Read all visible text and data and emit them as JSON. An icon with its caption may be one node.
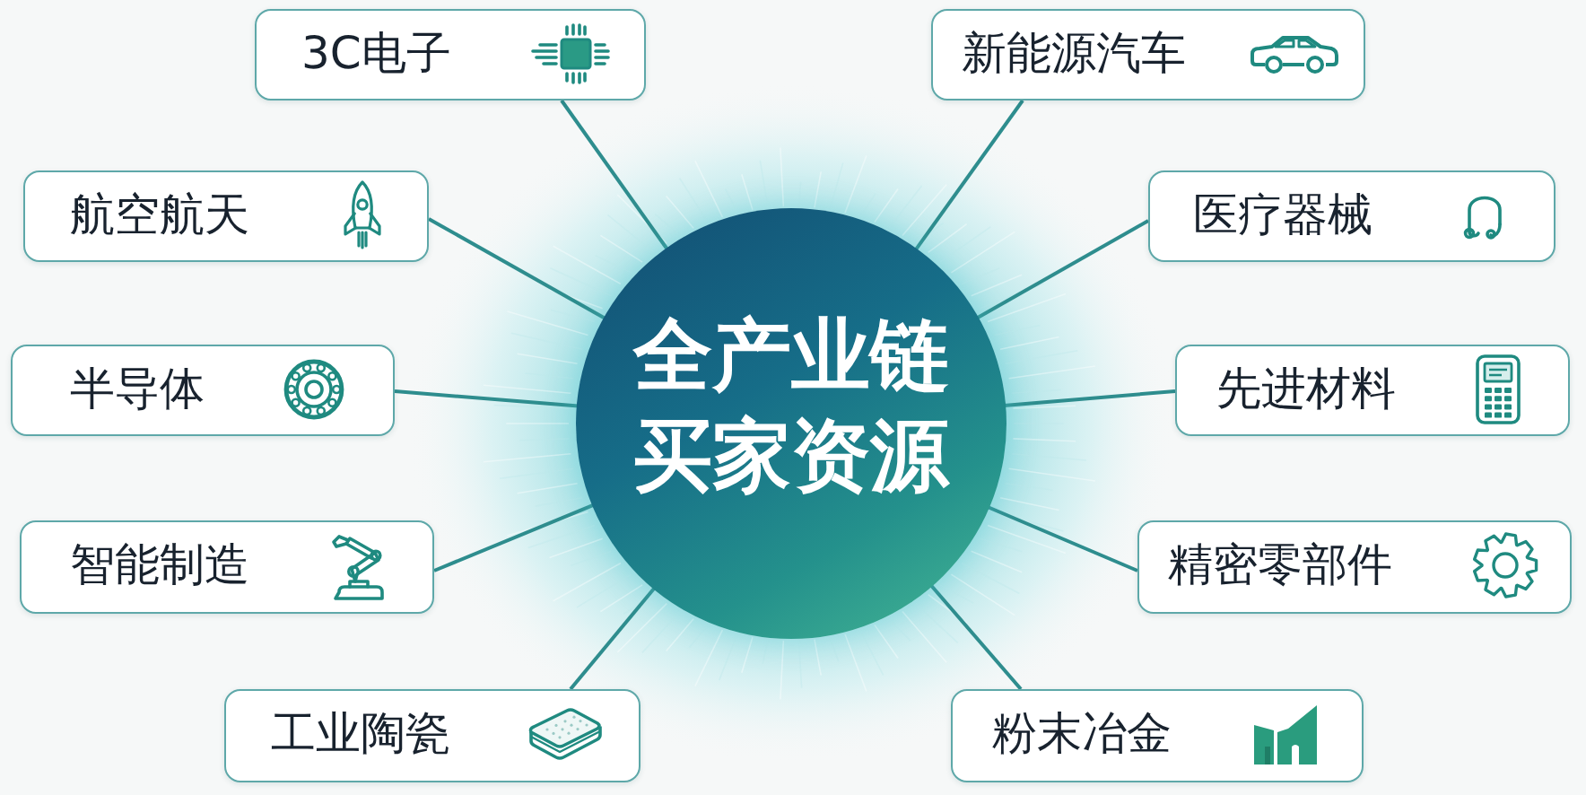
{
  "diagram": {
    "nodes": [
      {
        "text": [
          "全产业链买家资源"
        ]
      },
      {
        "text": [
          "3C电子"
        ]
      },
      {
        "text": [
          "新能源汽车"
        ]
      },
      {
        "text": [
          "航空航天"
        ]
      },
      {
        "text": [
          "医疗器械"
        ]
      },
      {
        "text": [
          "半导体"
        ]
      },
      {
        "text": [
          "先进材料"
        ]
      },
      {
        "text": [
          "智能制造"
        ]
      },
      {
        "text": [
          "精密零部件"
        ]
      },
      {
        "text": [
          "工业陶瓷"
        ]
      },
      {
        "text": [
          "粉末冶金"
        ]
      }
    ],
    "edges": [
      {
        "from": 0,
        "to": 1,
        "arrow": "none"
      },
      {
        "from": 0,
        "to": 2,
        "arrow": "none"
      },
      {
        "from": 0,
        "to": 3,
        "arrow": "none"
      },
      {
        "from": 0,
        "to": 4,
        "arrow": "none"
      },
      {
        "from": 0,
        "to": 5,
        "arrow": "none"
      },
      {
        "from": 0,
        "to": 6,
        "arrow": "none"
      },
      {
        "from": 0,
        "to": 7,
        "arrow": "none"
      },
      {
        "from": 0,
        "to": 8,
        "arrow": "none"
      },
      {
        "from": 0,
        "to": 9,
        "arrow": "none"
      },
      {
        "from": 0,
        "to": 10,
        "arrow": "none"
      }
    ]
  }
}
